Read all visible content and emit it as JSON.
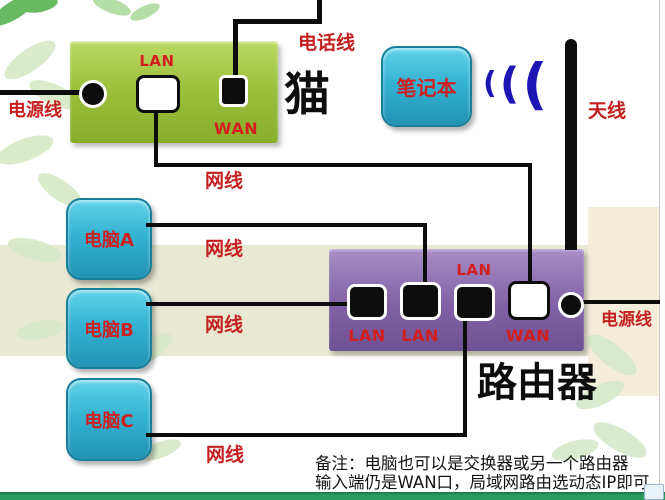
{
  "modem": {
    "title": "猫",
    "lan_label": "LAN",
    "wan_label": "WAN"
  },
  "router": {
    "title": "路由器",
    "lan_top_label": "LAN",
    "lan1_label": "LAN",
    "lan2_label": "LAN",
    "wan_label": "WAN"
  },
  "devices": {
    "laptop": "笔记本",
    "pc_a": "电脑A",
    "pc_b": "电脑B",
    "pc_c": "电脑C"
  },
  "cable_labels": {
    "power_left": "电源线",
    "power_right": "电源线",
    "phone": "电话线",
    "antenna": "天线",
    "net_modem": "网线",
    "net_pc_a": "网线",
    "net_pc_b": "网线",
    "net_pc_c": "网线"
  },
  "wifi_glyphs": [
    "(",
    "(",
    "("
  ],
  "note": {
    "line1": "备注：电脑也可以是交换器或另一个路由器",
    "line2": "输入端仍是WAN口，局域网路由选动态IP即可"
  },
  "colors": {
    "label_red": "#c42020",
    "modem_green": "#9cc13c",
    "router_purple": "#8162a6",
    "device_cyan": "#35b3d3",
    "wifi_blue": "#1d16b5",
    "footer_green": "#2b9b5e",
    "band_left": "#e9e8d3",
    "band_right": "#f4edda"
  }
}
